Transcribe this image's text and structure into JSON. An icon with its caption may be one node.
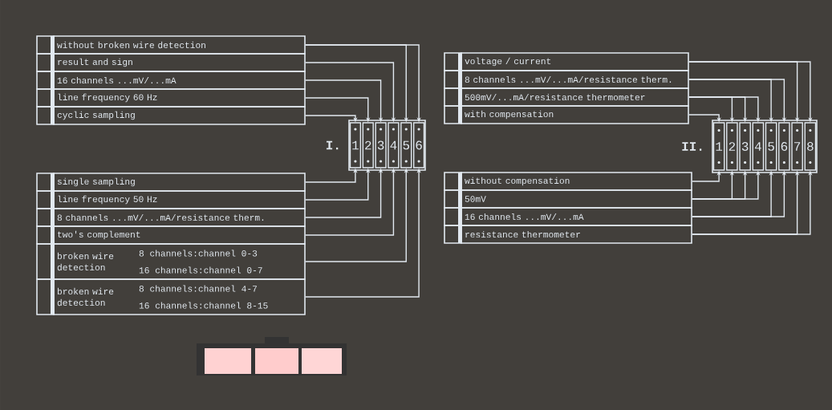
{
  "diagram": {
    "nodes": [
      {
        "text": [
          "without broken wire detection"
        ]
      },
      {
        "text": [
          "result and sign"
        ]
      },
      {
        "text": [
          "16 channels ...mV/...mA"
        ]
      },
      {
        "text": [
          "line frequency 60 Hz"
        ]
      },
      {
        "text": [
          "cyclic sampling"
        ]
      },
      {
        "text": [
          "I."
        ]
      },
      {
        "text": [
          "1"
        ],
        "in": 5
      },
      {
        "text": [
          "2"
        ],
        "in": 5
      },
      {
        "text": [
          "3"
        ],
        "in": 5
      },
      {
        "text": [
          "4"
        ],
        "in": 5
      },
      {
        "text": [
          "5"
        ],
        "in": 5
      },
      {
        "text": [
          "6"
        ],
        "in": 5
      },
      {
        "text": [
          "single sampling"
        ]
      },
      {
        "text": [
          "line frequency 50 Hz"
        ]
      },
      {
        "text": [
          "8 channels ...mV/...mA/resistance therm."
        ]
      },
      {
        "text": [
          "two's complement"
        ]
      },
      {
        "text": [
          "broken wire detection",
          "8 channels:channel 0-3 16 channels:channel 0-7"
        ]
      },
      {
        "text": [
          "broken wire detection",
          "8 channels:channel 4-7 16 channels:channel 8-15"
        ]
      },
      {
        "text": [
          "voltage / current"
        ]
      },
      {
        "text": [
          "8 channels ...mV/...mA/resistance therm."
        ]
      },
      {
        "text": [
          "500mV/...mA/resistance thermometer"
        ]
      },
      {
        "text": [
          "with compensation"
        ]
      },
      {
        "text": [
          "II."
        ]
      },
      {
        "text": [
          "1"
        ],
        "in": 22
      },
      {
        "text": [
          "2"
        ],
        "in": 22
      },
      {
        "text": [
          "3"
        ],
        "in": 22
      },
      {
        "text": [
          "4"
        ],
        "in": 22
      },
      {
        "text": [
          "5"
        ],
        "in": 22
      },
      {
        "text": [
          "6"
        ],
        "in": 22
      },
      {
        "text": [
          "7"
        ],
        "in": 22
      },
      {
        "text": [
          "8"
        ],
        "in": 22
      },
      {
        "text": [
          "without compensation"
        ]
      },
      {
        "text": [
          "50mV"
        ]
      },
      {
        "text": [
          "16 channels ...mV/...mA"
        ]
      },
      {
        "text": [
          "resistance thermometer"
        ]
      }
    ],
    "edges": [
      {
        "from": 0,
        "to": 10,
        "arrow": "to"
      },
      {
        "from": 0,
        "to": 11,
        "arrow": "to"
      },
      {
        "from": 1,
        "to": 9,
        "arrow": "to"
      },
      {
        "from": 2,
        "to": 8,
        "arrow": "to"
      },
      {
        "from": 3,
        "to": 7,
        "arrow": "to"
      },
      {
        "from": 4,
        "to": 6,
        "arrow": "to"
      },
      {
        "from": 12,
        "to": 6,
        "arrow": "to"
      },
      {
        "from": 13,
        "to": 7,
        "arrow": "to"
      },
      {
        "from": 14,
        "to": 8,
        "arrow": "to"
      },
      {
        "from": 15,
        "to": 9,
        "arrow": "to"
      },
      {
        "from": 16,
        "to": 10,
        "arrow": "to"
      },
      {
        "from": 17,
        "to": 11,
        "arrow": "to"
      },
      {
        "from": 18,
        "to": 29,
        "arrow": "to"
      },
      {
        "from": 18,
        "to": 30,
        "arrow": "to"
      },
      {
        "from": 19,
        "to": 27,
        "arrow": "to"
      },
      {
        "from": 19,
        "to": 28,
        "arrow": "to"
      },
      {
        "from": 20,
        "to": 24,
        "arrow": "to"
      },
      {
        "from": 20,
        "to": 25,
        "arrow": "to"
      },
      {
        "from": 20,
        "to": 26,
        "arrow": "to"
      },
      {
        "from": 21,
        "to": 23,
        "arrow": "to"
      },
      {
        "from": 31,
        "to": 23,
        "arrow": "to"
      },
      {
        "from": 32,
        "to": 24,
        "arrow": "to"
      },
      {
        "from": 32,
        "to": 25,
        "arrow": "to"
      },
      {
        "from": 32,
        "to": 26,
        "arrow": "to"
      },
      {
        "from": 33,
        "to": 27,
        "arrow": "to"
      },
      {
        "from": 33,
        "to": 28,
        "arrow": "to"
      },
      {
        "from": 34,
        "to": 29,
        "arrow": "to"
      },
      {
        "from": 34,
        "to": 30,
        "arrow": "to"
      }
    ]
  }
}
